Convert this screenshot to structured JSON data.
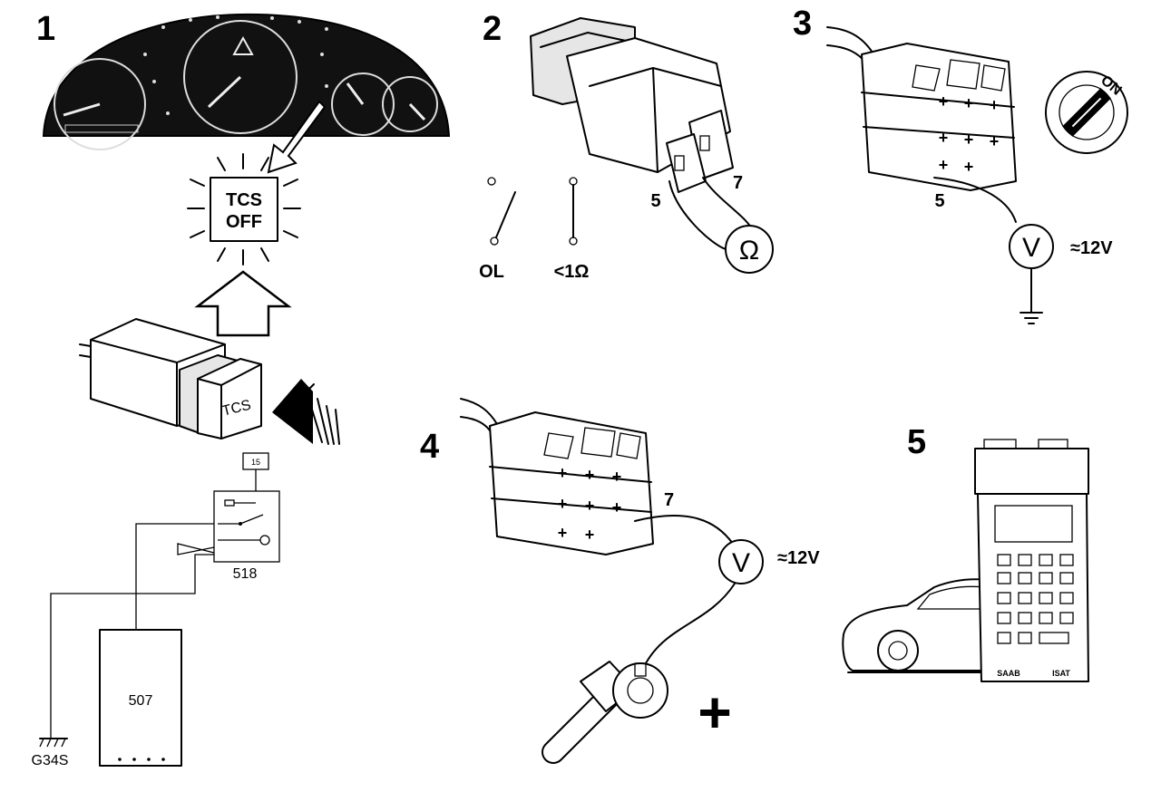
{
  "steps": {
    "s1": "1",
    "s2": "2",
    "s3": "3",
    "s4": "4",
    "s5": "5"
  },
  "step1": {
    "warning_lamp_line1": "TCS",
    "warning_lamp_line2": "OFF",
    "switch_label": "TCS",
    "wiring_label_switch": "518",
    "wiring_label_module": "507",
    "ground_label": "G34S",
    "fuse_label": "15"
  },
  "step2": {
    "pin_a": "5",
    "pin_b": "7",
    "meter_symbol": "Ω",
    "open_reading": "OL",
    "closed_reading": "<1Ω"
  },
  "step3": {
    "pin": "5",
    "meter_symbol": "V",
    "reading": "≈12V",
    "ignition_label": "ON"
  },
  "step4": {
    "pin": "7",
    "meter_symbol": "V",
    "reading": "≈12V",
    "polarity": "+"
  },
  "step5": {
    "brand": "SAAB",
    "tool": "ISAT"
  }
}
